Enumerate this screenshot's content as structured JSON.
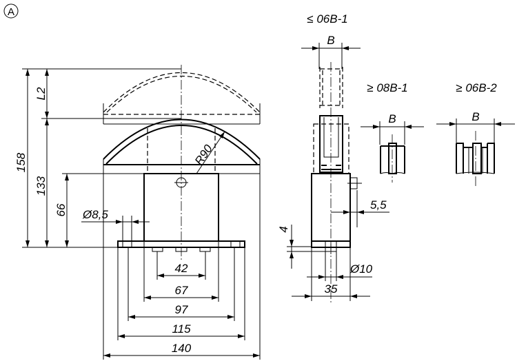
{
  "view_label": "A",
  "main_view": {
    "dims": {
      "overall_height": "158",
      "l2": "L2",
      "height_133": "133",
      "height_66": "66",
      "hole_dia": "Ø8,5",
      "radius": "R90",
      "w42": "42",
      "w67": "67",
      "w97": "97",
      "w115": "115",
      "w140": "140"
    }
  },
  "side_view": {
    "title": "≤ 06B-1",
    "width_label": "B",
    "dims": {
      "offset": "5,5",
      "thickness": "4",
      "pin_dia": "Ø10",
      "depth": "35"
    }
  },
  "variant_08b1": {
    "title": "≥ 08B-1",
    "width_label": "B"
  },
  "variant_06b2": {
    "title": "≥ 06B-2",
    "width_label": "B"
  }
}
